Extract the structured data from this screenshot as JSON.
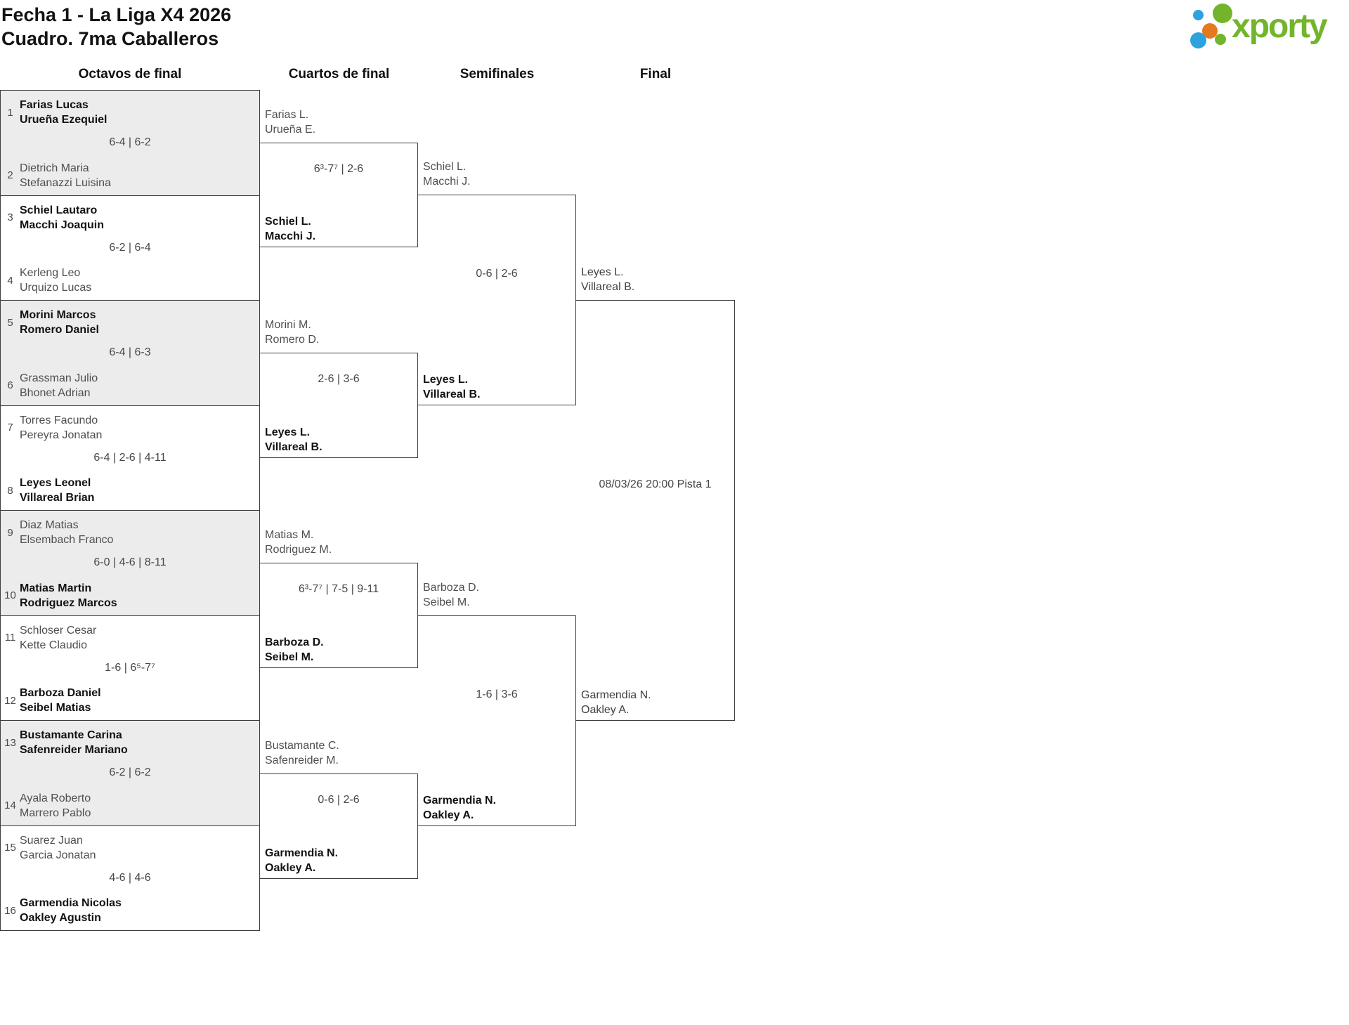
{
  "header": {
    "title_line1": "Fecha 1 - La Liga X4 2026",
    "title_line2": "Cuadro. 7ma Caballeros",
    "logo_text": "xporty"
  },
  "rounds": [
    "Octavos de final",
    "Cuartos de final",
    "Semifinales",
    "Final"
  ],
  "colors": {
    "logo_green": "#72b52c",
    "logo_blue": "#2ea2dc",
    "logo_orange": "#e5791e",
    "cell_alt_background": "#ececec",
    "bracket_line": "#3d3d3d",
    "winner_text": "#121212",
    "loser_text": "#4f4f4f"
  },
  "bracket": {
    "octavos": [
      {
        "seed_a": "1",
        "team_a": [
          "Farias Lucas",
          "Urueña Ezequiel"
        ],
        "score": "6-4 | 6-2",
        "seed_b": "2",
        "team_b": [
          "Dietrich Maria",
          "Stefanazzi Luisina"
        ]
      },
      {
        "seed_a": "3",
        "team_a": [
          "Schiel Lautaro",
          "Macchi Joaquin"
        ],
        "score": "6-2 | 6-4",
        "seed_b": "4",
        "team_b": [
          "Kerleng Leo",
          "Urquizo Lucas"
        ]
      },
      {
        "seed_a": "5",
        "team_a": [
          "Morini Marcos",
          "Romero Daniel"
        ],
        "score": "6-4 | 6-3",
        "seed_b": "6",
        "team_b": [
          "Grassman Julio",
          "Bhonet Adrian"
        ]
      },
      {
        "seed_a": "7",
        "team_a": [
          "Torres Facundo",
          "Pereyra Jonatan"
        ],
        "score": "6-4 | 2-6 | 4-11",
        "seed_b": "8",
        "team_b": [
          "Leyes Leonel",
          "Villareal Brian"
        ]
      },
      {
        "seed_a": "9",
        "team_a": [
          "Diaz Matias",
          "Elsembach Franco"
        ],
        "score": "6-0 | 4-6 | 8-11",
        "seed_b": "10",
        "team_b": [
          "Matias Martin",
          "Rodriguez Marcos"
        ]
      },
      {
        "seed_a": "11",
        "team_a": [
          "Schloser Cesar",
          "Kette Claudio"
        ],
        "score": "1-6 | 6⁵-7⁷",
        "seed_b": "12",
        "team_b": [
          "Barboza Daniel",
          "Seibel Matias"
        ]
      },
      {
        "seed_a": "13",
        "team_a": [
          "Bustamante Carina",
          "Safenreider Mariano"
        ],
        "score": "6-2 | 6-2",
        "seed_b": "14",
        "team_b": [
          "Ayala Roberto",
          "Marrero Pablo"
        ]
      },
      {
        "seed_a": "15",
        "team_a": [
          "Suarez Juan",
          "Garcia Jonatan"
        ],
        "score": "4-6 | 4-6",
        "seed_b": "16",
        "team_b": [
          "Garmendia Nicolas",
          "Oakley Agustin"
        ]
      }
    ],
    "cuartos": [
      {
        "team_top": [
          "Farias L.",
          "Urueña E."
        ],
        "score": "6³-7⁷ | 2-6",
        "team_bottom": [
          "Schiel L.",
          "Macchi J."
        ]
      },
      {
        "team_top": [
          "Morini M.",
          "Romero D."
        ],
        "score": "2-6 | 3-6",
        "team_bottom": [
          "Leyes L.",
          "Villareal B."
        ]
      },
      {
        "team_top": [
          "Matias M.",
          "Rodriguez M."
        ],
        "score": "6³-7⁷ | 7-5 | 9-11",
        "team_bottom": [
          "Barboza D.",
          "Seibel M."
        ]
      },
      {
        "team_top": [
          "Bustamante C.",
          "Safenreider M."
        ],
        "score": "0-6 | 2-6",
        "team_bottom": [
          "Garmendia N.",
          "Oakley A."
        ]
      }
    ],
    "semifinales": [
      {
        "team_top": [
          "Schiel L.",
          "Macchi J."
        ],
        "score": "0-6 | 2-6",
        "team_bottom": [
          "Leyes L.",
          "Villareal B."
        ]
      },
      {
        "team_top": [
          "Barboza D.",
          "Seibel M."
        ],
        "score": "1-6 | 3-6",
        "team_bottom": [
          "Garmendia N.",
          "Oakley A."
        ]
      }
    ],
    "final": {
      "team_top": [
        "Leyes L.",
        "Villareal B."
      ],
      "schedule": "08/03/26 20:00 Pista 1",
      "team_bottom": [
        "Garmendia N.",
        "Oakley A."
      ]
    }
  }
}
